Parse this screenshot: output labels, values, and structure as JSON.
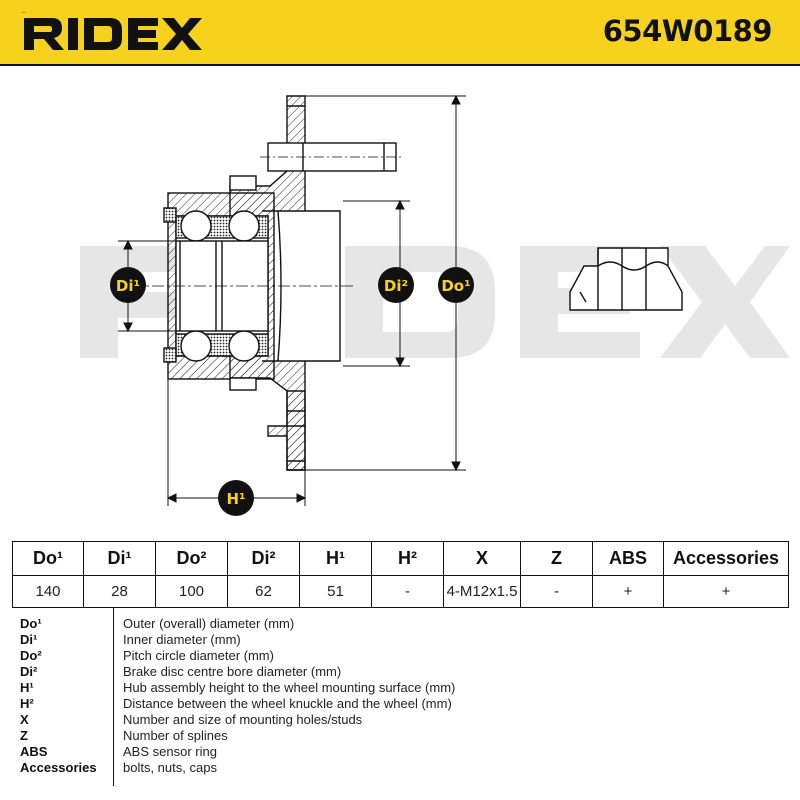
{
  "brand": "RIDEX",
  "part_number": "654W0189",
  "colors": {
    "brand_yellow": "#f7d21c",
    "watermark_gray": "#e6e6e6",
    "dimension_badge": "#f7d21c"
  },
  "drawing": {
    "watermark": "RIDEX",
    "dimension_labels": {
      "di1": "Di¹",
      "di2": "Di²",
      "do1": "Do¹",
      "h1": "H¹"
    }
  },
  "specs": {
    "headers": [
      "Do¹",
      "Di¹",
      "Do²",
      "Di²",
      "H¹",
      "H²",
      "X",
      "Z",
      "ABS",
      "Accessories"
    ],
    "values": [
      "140",
      "28",
      "100",
      "62",
      "51",
      "-",
      "4-M12x1.5",
      "-",
      "+",
      "+"
    ]
  },
  "legend": [
    {
      "key": "Do¹",
      "text": "Outer (overall) diameter (mm)"
    },
    {
      "key": "Di¹",
      "text": "Inner diameter (mm)"
    },
    {
      "key": "Do²",
      "text": "Pitch circle diameter (mm)"
    },
    {
      "key": "Di²",
      "text": "Brake disc centre bore diameter (mm)"
    },
    {
      "key": "H¹",
      "text": "Hub assembly height to the wheel mounting surface (mm)"
    },
    {
      "key": "H²",
      "text": "Distance between the wheel knuckle and the wheel (mm)"
    },
    {
      "key": "X",
      "text": "Number and size of mounting holes/studs"
    },
    {
      "key": "Z",
      "text": "Number of splines"
    },
    {
      "key": "ABS",
      "text": "ABS sensor ring"
    },
    {
      "key": "Accessories",
      "text": "bolts, nuts, caps"
    }
  ]
}
